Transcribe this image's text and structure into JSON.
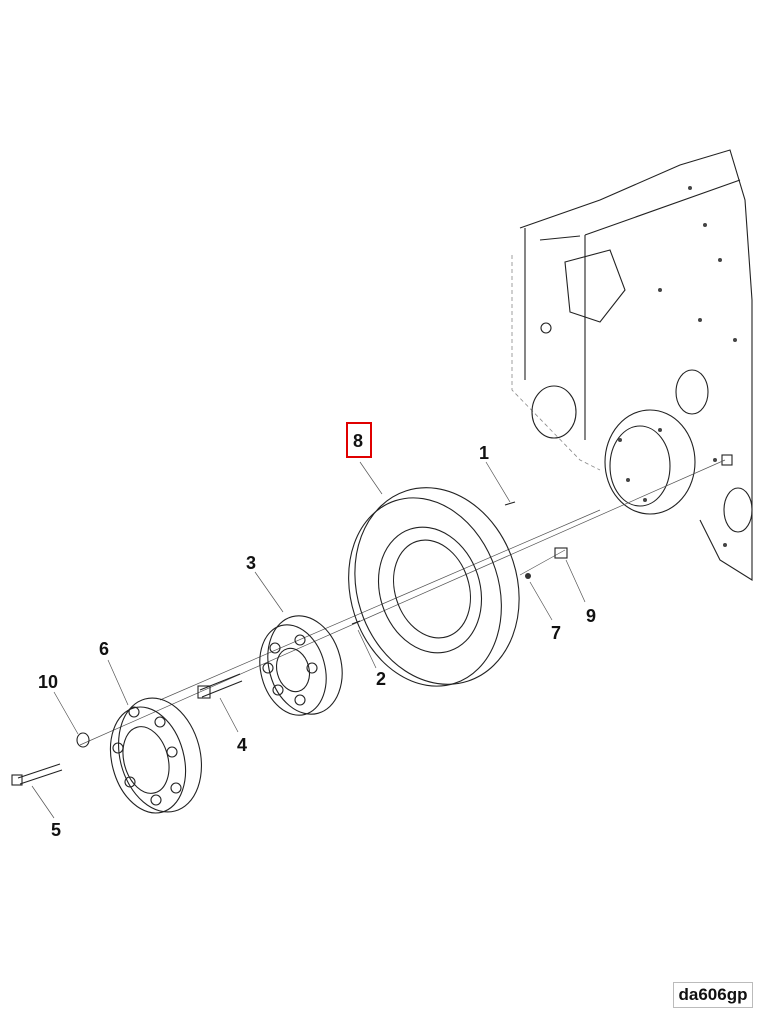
{
  "diagram": {
    "callouts": [
      {
        "id": "1",
        "label": "1"
      },
      {
        "id": "2",
        "label": "2"
      },
      {
        "id": "3",
        "label": "3"
      },
      {
        "id": "4",
        "label": "4"
      },
      {
        "id": "5",
        "label": "5"
      },
      {
        "id": "6",
        "label": "6"
      },
      {
        "id": "7",
        "label": "7"
      },
      {
        "id": "8",
        "label": "8",
        "highlighted": true
      },
      {
        "id": "9",
        "label": "9"
      },
      {
        "id": "10",
        "label": "10"
      }
    ],
    "highlight_color": "#e00000",
    "drawing_code": "da606gp"
  }
}
